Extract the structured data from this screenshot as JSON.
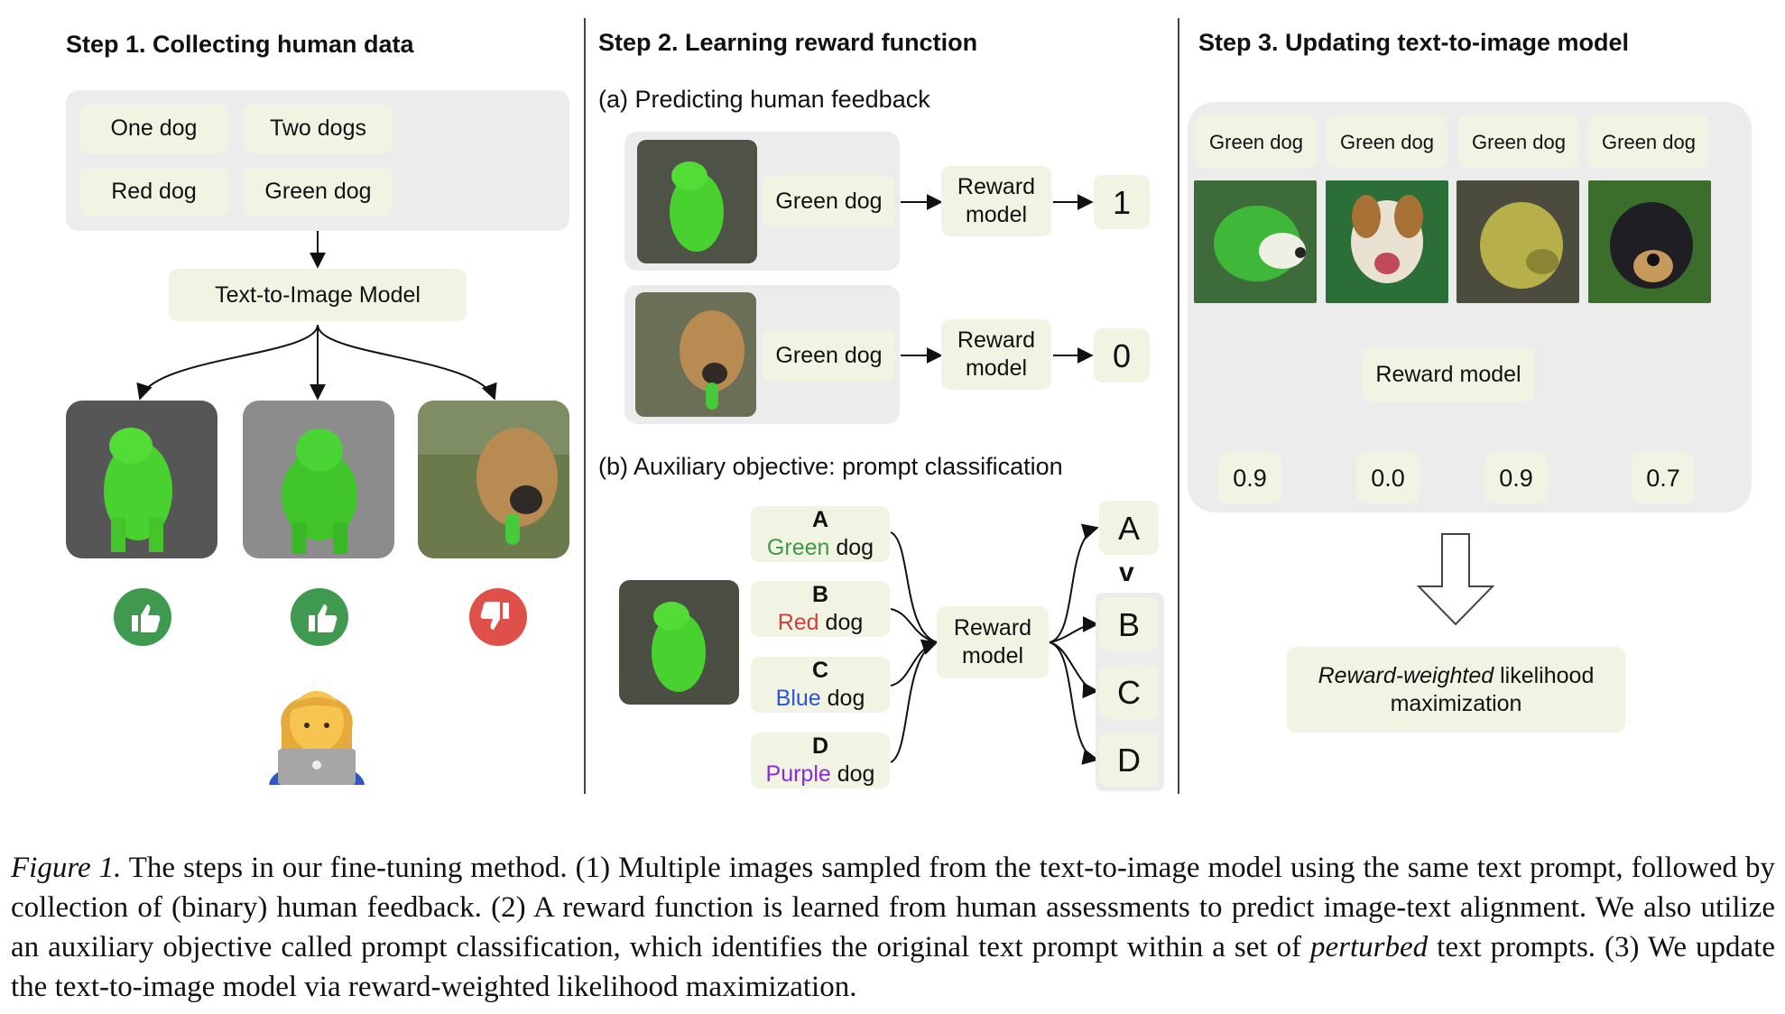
{
  "step1": {
    "title": "Step 1. Collecting human data",
    "prompts": [
      "One dog",
      "Two dogs",
      "Red dog",
      "Green dog"
    ],
    "model_label": "Text-to-Image Model",
    "feedback": [
      "thumbs-up",
      "thumbs-up",
      "thumbs-down"
    ],
    "colors": {
      "up": "#3f9a4f",
      "down": "#e0504a"
    }
  },
  "step2": {
    "title": "Step 2. Learning reward function",
    "part_a": {
      "heading": "(a) Predicting human feedback",
      "rows": [
        {
          "prompt": "Green dog",
          "model": "Reward model",
          "output": "1"
        },
        {
          "prompt": "Green dog",
          "model": "Reward model",
          "output": "0"
        }
      ]
    },
    "part_b": {
      "heading": "(b) Auxiliary objective: prompt classification",
      "options": [
        {
          "letter": "A",
          "color_word": "Green",
          "rest": " dog",
          "color": "#3e9a45"
        },
        {
          "letter": "B",
          "color_word": "Red",
          "rest": " dog",
          "color": "#d0413a"
        },
        {
          "letter": "C",
          "color_word": "Blue",
          "rest": " dog",
          "color": "#2b55d4"
        },
        {
          "letter": "D",
          "color_word": "Purple",
          "rest": " dog",
          "color": "#8a2be2"
        }
      ],
      "model": "Reward model",
      "ranking": [
        "A",
        "B",
        "C",
        "D"
      ],
      "ranking_symbol": "v"
    }
  },
  "step3": {
    "title": "Step 3. Updating text-to-image model",
    "prompts": [
      "Green dog",
      "Green dog",
      "Green dog",
      "Green dog"
    ],
    "model_label": "Reward model",
    "scores": [
      "0.9",
      "0.0",
      "0.9",
      "0.7"
    ],
    "objective_italic": "Reward-weighted",
    "objective_rest": " likelihood maximization"
  },
  "caption": {
    "label": "Figure 1.",
    "text_1": " The steps in our fine-tuning method. (1) Multiple images sampled from the text-to-image model using the same text prompt, followed by collection of (binary) human feedback. (2) A reward function is learned from human assessments to predict image-text alignment. We also utilize an auxiliary objective called prompt classification, which identifies the original text prompt within a set of ",
    "italic_word": "perturbed",
    "text_2": " text prompts. (3) We update the text-to-image model via reward-weighted likelihood maximization."
  }
}
